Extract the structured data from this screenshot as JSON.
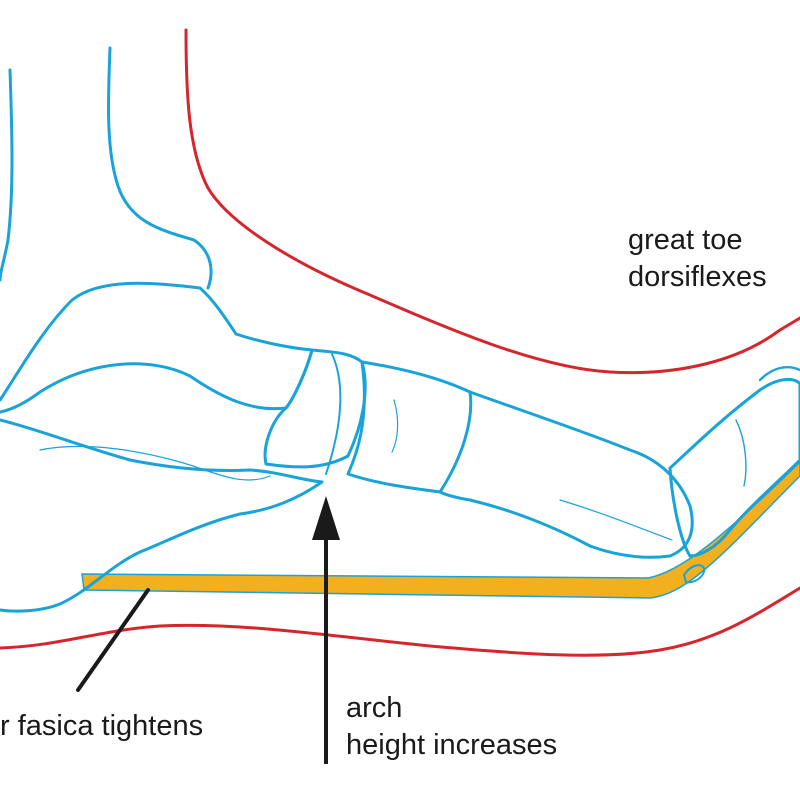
{
  "labels": {
    "great_toe_line1": "great toe",
    "great_toe_line2": "dorsiflexes",
    "fascia": "r fasica tightens",
    "arch_line1": "arch",
    "arch_line2": "height increases"
  },
  "colors": {
    "bone_outline": "#1aa3d9",
    "skin_outline": "#d6262d",
    "fascia_fill": "#f2b01e",
    "arrow": "#1a1a1a",
    "background": "#ffffff"
  }
}
